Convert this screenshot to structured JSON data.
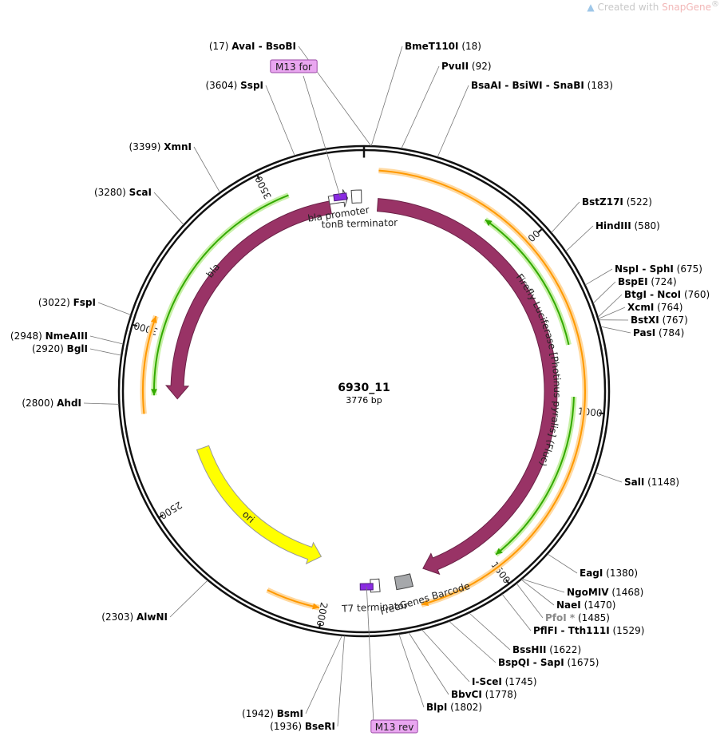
{
  "watermark": {
    "prefix": "Created with ",
    "brand": "SnapGene",
    "mark": "®"
  },
  "plasmid": {
    "name": "6930_11",
    "size_label": "3776 bp",
    "length": 3776
  },
  "ticks": [
    500,
    1000,
    1500,
    2000,
    2500,
    3000,
    3500
  ],
  "enzymes": [
    {
      "names": [
        "AvaI",
        "BsoBI"
      ],
      "pos": 17,
      "label": "(17)",
      "side": "L"
    },
    {
      "names": [
        "BmeT110I"
      ],
      "pos": 18,
      "label": "(18)",
      "side": "R"
    },
    {
      "names": [
        "PvuII"
      ],
      "pos": 92,
      "label": "(92)",
      "side": "R"
    },
    {
      "names": [
        "BsaAI",
        "BsiWI",
        "SnaBI"
      ],
      "pos": 183,
      "label": "(183)",
      "side": "R"
    },
    {
      "names": [
        "BstZ17I"
      ],
      "pos": 522,
      "label": "(522)",
      "side": "R"
    },
    {
      "names": [
        "HindIII"
      ],
      "pos": 580,
      "label": "(580)",
      "side": "R"
    },
    {
      "names": [
        "NspI",
        "SphI"
      ],
      "pos": 675,
      "label": "(675)",
      "side": "R"
    },
    {
      "names": [
        "BspEI"
      ],
      "pos": 724,
      "label": "(724)",
      "side": "R"
    },
    {
      "names": [
        "BtgI",
        "NcoI"
      ],
      "pos": 760,
      "label": "(760)",
      "side": "R"
    },
    {
      "names": [
        "XcmI"
      ],
      "pos": 764,
      "label": "(764)",
      "side": "R"
    },
    {
      "names": [
        "BstXI"
      ],
      "pos": 767,
      "label": "(767)",
      "side": "R"
    },
    {
      "names": [
        "PasI"
      ],
      "pos": 784,
      "label": "(784)",
      "side": "R"
    },
    {
      "names": [
        "SalI"
      ],
      "pos": 1148,
      "label": "(1148)",
      "side": "R"
    },
    {
      "names": [
        "EagI"
      ],
      "pos": 1380,
      "label": "(1380)",
      "side": "R"
    },
    {
      "names": [
        "NgoMIV"
      ],
      "pos": 1468,
      "label": "(1468)",
      "side": "R"
    },
    {
      "names": [
        "NaeI"
      ],
      "pos": 1470,
      "label": "(1470)",
      "side": "R"
    },
    {
      "names": [
        "PfoI *"
      ],
      "pos": 1485,
      "label": "(1485)",
      "side": "R",
      "faded": true
    },
    {
      "names": [
        "PflFI",
        "Tth111I"
      ],
      "pos": 1529,
      "label": "(1529)",
      "side": "R"
    },
    {
      "names": [
        "BssHII"
      ],
      "pos": 1622,
      "label": "(1622)",
      "side": "R"
    },
    {
      "names": [
        "BspQI",
        "SapI"
      ],
      "pos": 1675,
      "label": "(1675)",
      "side": "R"
    },
    {
      "names": [
        "I-SceI"
      ],
      "pos": 1745,
      "label": "(1745)",
      "side": "R"
    },
    {
      "names": [
        "BbvCI"
      ],
      "pos": 1778,
      "label": "(1778)",
      "side": "R"
    },
    {
      "names": [
        "BlpI"
      ],
      "pos": 1802,
      "label": "(1802)",
      "side": "R"
    },
    {
      "names": [
        "BseRI"
      ],
      "pos": 1936,
      "label": "(1936)",
      "side": "L"
    },
    {
      "names": [
        "BsmI"
      ],
      "pos": 1942,
      "label": "(1942)",
      "side": "L"
    },
    {
      "names": [
        "AlwNI"
      ],
      "pos": 2303,
      "label": "(2303)",
      "side": "L"
    },
    {
      "names": [
        "AhdI"
      ],
      "pos": 2800,
      "label": "(2800)",
      "side": "L"
    },
    {
      "names": [
        "BglI"
      ],
      "pos": 2920,
      "label": "(2920)",
      "side": "L"
    },
    {
      "names": [
        "NmeAIII"
      ],
      "pos": 2948,
      "label": "(2948)",
      "side": "L"
    },
    {
      "names": [
        "FspI"
      ],
      "pos": 3022,
      "label": "(3022)",
      "side": "L"
    },
    {
      "names": [
        "ScaI"
      ],
      "pos": 3280,
      "label": "(3280)",
      "side": "L"
    },
    {
      "names": [
        "XmnI"
      ],
      "pos": 3399,
      "label": "(3399)",
      "side": "L"
    },
    {
      "names": [
        "SspI"
      ],
      "pos": 3604,
      "label": "(3604)",
      "side": "L"
    }
  ],
  "primers": [
    {
      "name": "M13 for",
      "pos": 3703
    },
    {
      "name": "M13 rev",
      "pos": 1880
    }
  ],
  "features": [
    {
      "name": "Firefly Luciferase [Photinus pyralis] (Fluc)",
      "start": 44,
      "end": 1695,
      "strand": 1,
      "kind": "cds",
      "color": "#993366"
    },
    {
      "name": "bla",
      "start": 2807,
      "end": 3667,
      "strand": -1,
      "kind": "cds",
      "color": "#993366"
    },
    {
      "name": "ori",
      "start": 2040,
      "end": 2629,
      "strand": -1,
      "kind": "ori",
      "color": "#ffff00"
    },
    {
      "name": "bla promoter",
      "start": 3667,
      "end": 3725,
      "strand": 1,
      "kind": "promoter",
      "color": "#ffffff"
    },
    {
      "name": "tonB terminator",
      "start": 3738,
      "end": 3768,
      "strand": 0,
      "kind": "terminator",
      "color": "#ffffff"
    },
    {
      "name": "T7 terminator",
      "start": 1840,
      "end": 1868,
      "strand": 0,
      "kind": "terminator",
      "color": "#ffffff"
    },
    {
      "name": "FreeGenes Barcode",
      "start": 1740,
      "end": 1790,
      "strand": 0,
      "kind": "misc",
      "color": "#a6a8ab"
    }
  ],
  "orfs": [
    {
      "start": 40,
      "end": 1730,
      "strand": 1,
      "color": "#ff9900"
    },
    {
      "start": 2010,
      "end": 2160,
      "strand": -1,
      "color": "#ff9900"
    },
    {
      "start": 2770,
      "end": 3040,
      "strand": 1,
      "color": "#ff9900"
    },
    {
      "start": 370,
      "end": 810,
      "strand": -1,
      "color": "#33aa00"
    },
    {
      "start": 960,
      "end": 1480,
      "strand": 1,
      "color": "#33aa00"
    },
    {
      "start": 2820,
      "end": 3555,
      "strand": -1,
      "color": "#33aa00"
    }
  ]
}
